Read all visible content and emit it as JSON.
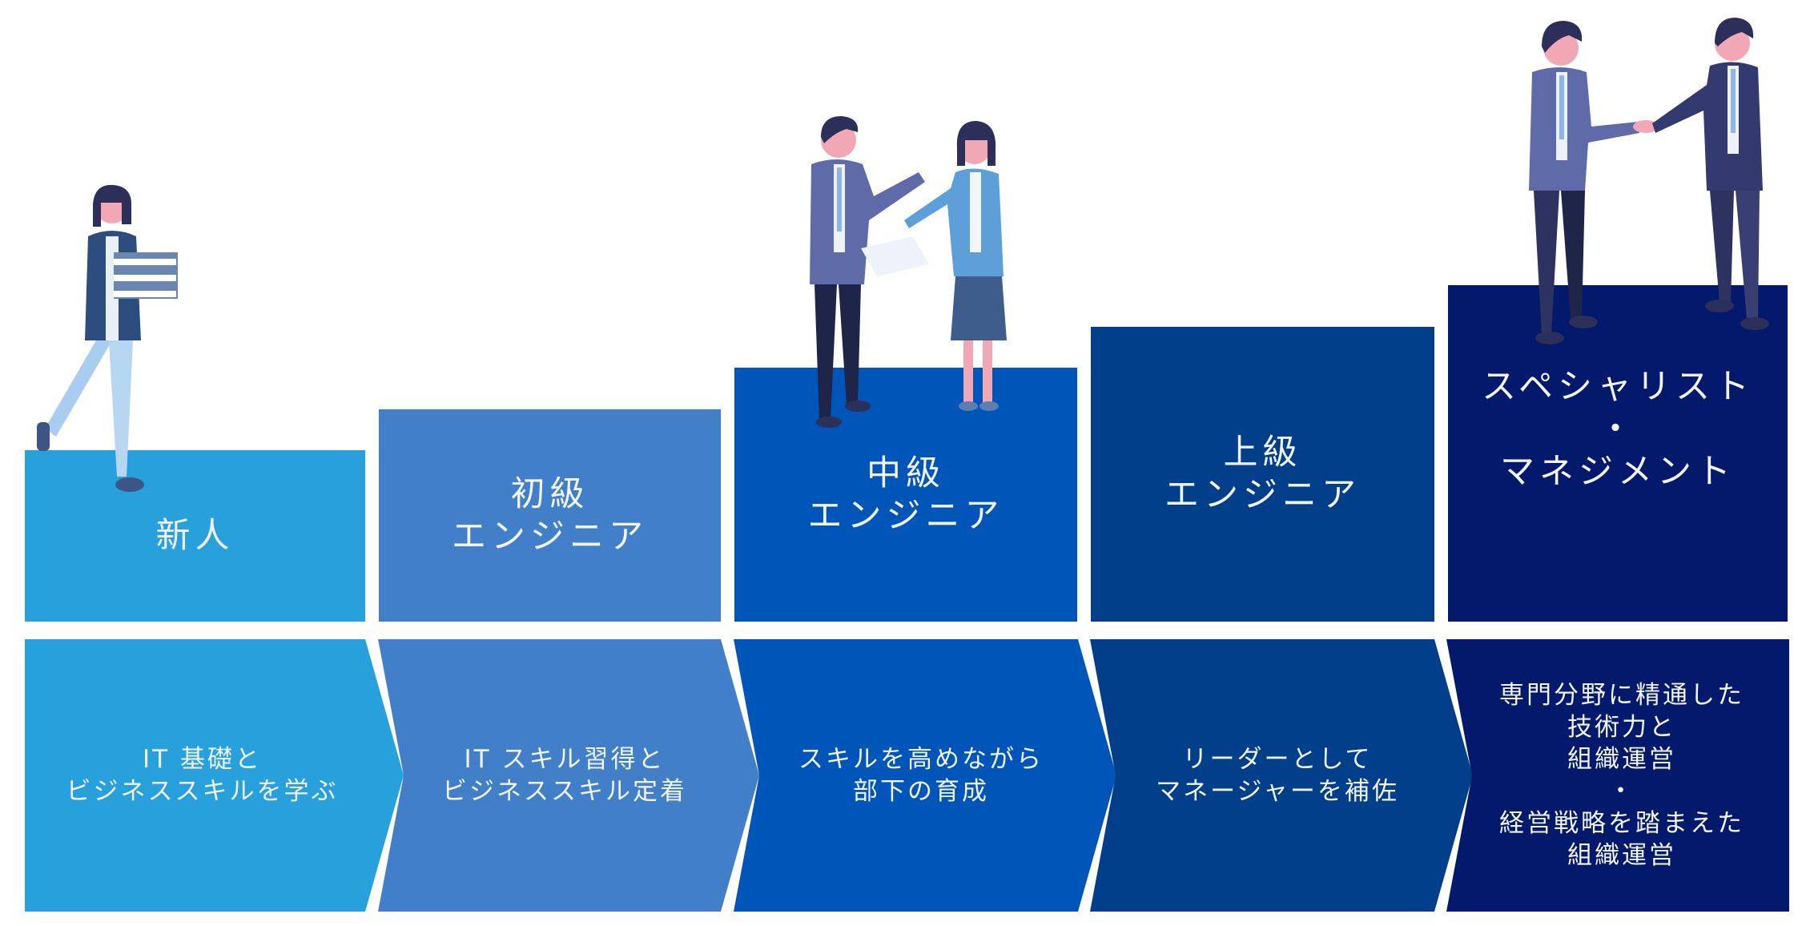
{
  "colors": {
    "level1": "#27a0dc",
    "level2": "#4180c8",
    "level3": "#0055b8",
    "level4": "#023f8a",
    "level5": "#03196b",
    "text": "#f2f4f8"
  },
  "levels": [
    {
      "title_lines": [
        "新人"
      ],
      "desc_lines": [
        "IT 基礎と",
        "ビジネススキルを学ぶ"
      ]
    },
    {
      "title_lines": [
        "初級",
        "エンジニア"
      ],
      "desc_lines": [
        "IT スキル習得と",
        "ビジネススキル定着"
      ]
    },
    {
      "title_lines": [
        "中級",
        "エンジニア"
      ],
      "desc_lines": [
        "スキルを高めながら",
        "部下の育成"
      ]
    },
    {
      "title_lines": [
        "上級",
        "エンジニア"
      ],
      "desc_lines": [
        "リーダーとして",
        "マネージャーを補佐"
      ]
    },
    {
      "title_lines": [
        "スペシャリスト",
        "・",
        "マネジメント"
      ],
      "desc_lines": [
        "専門分野に精通した",
        "技術力と",
        "組織運営",
        "・",
        "経営戦略を踏まえた",
        "組織運営"
      ]
    }
  ]
}
